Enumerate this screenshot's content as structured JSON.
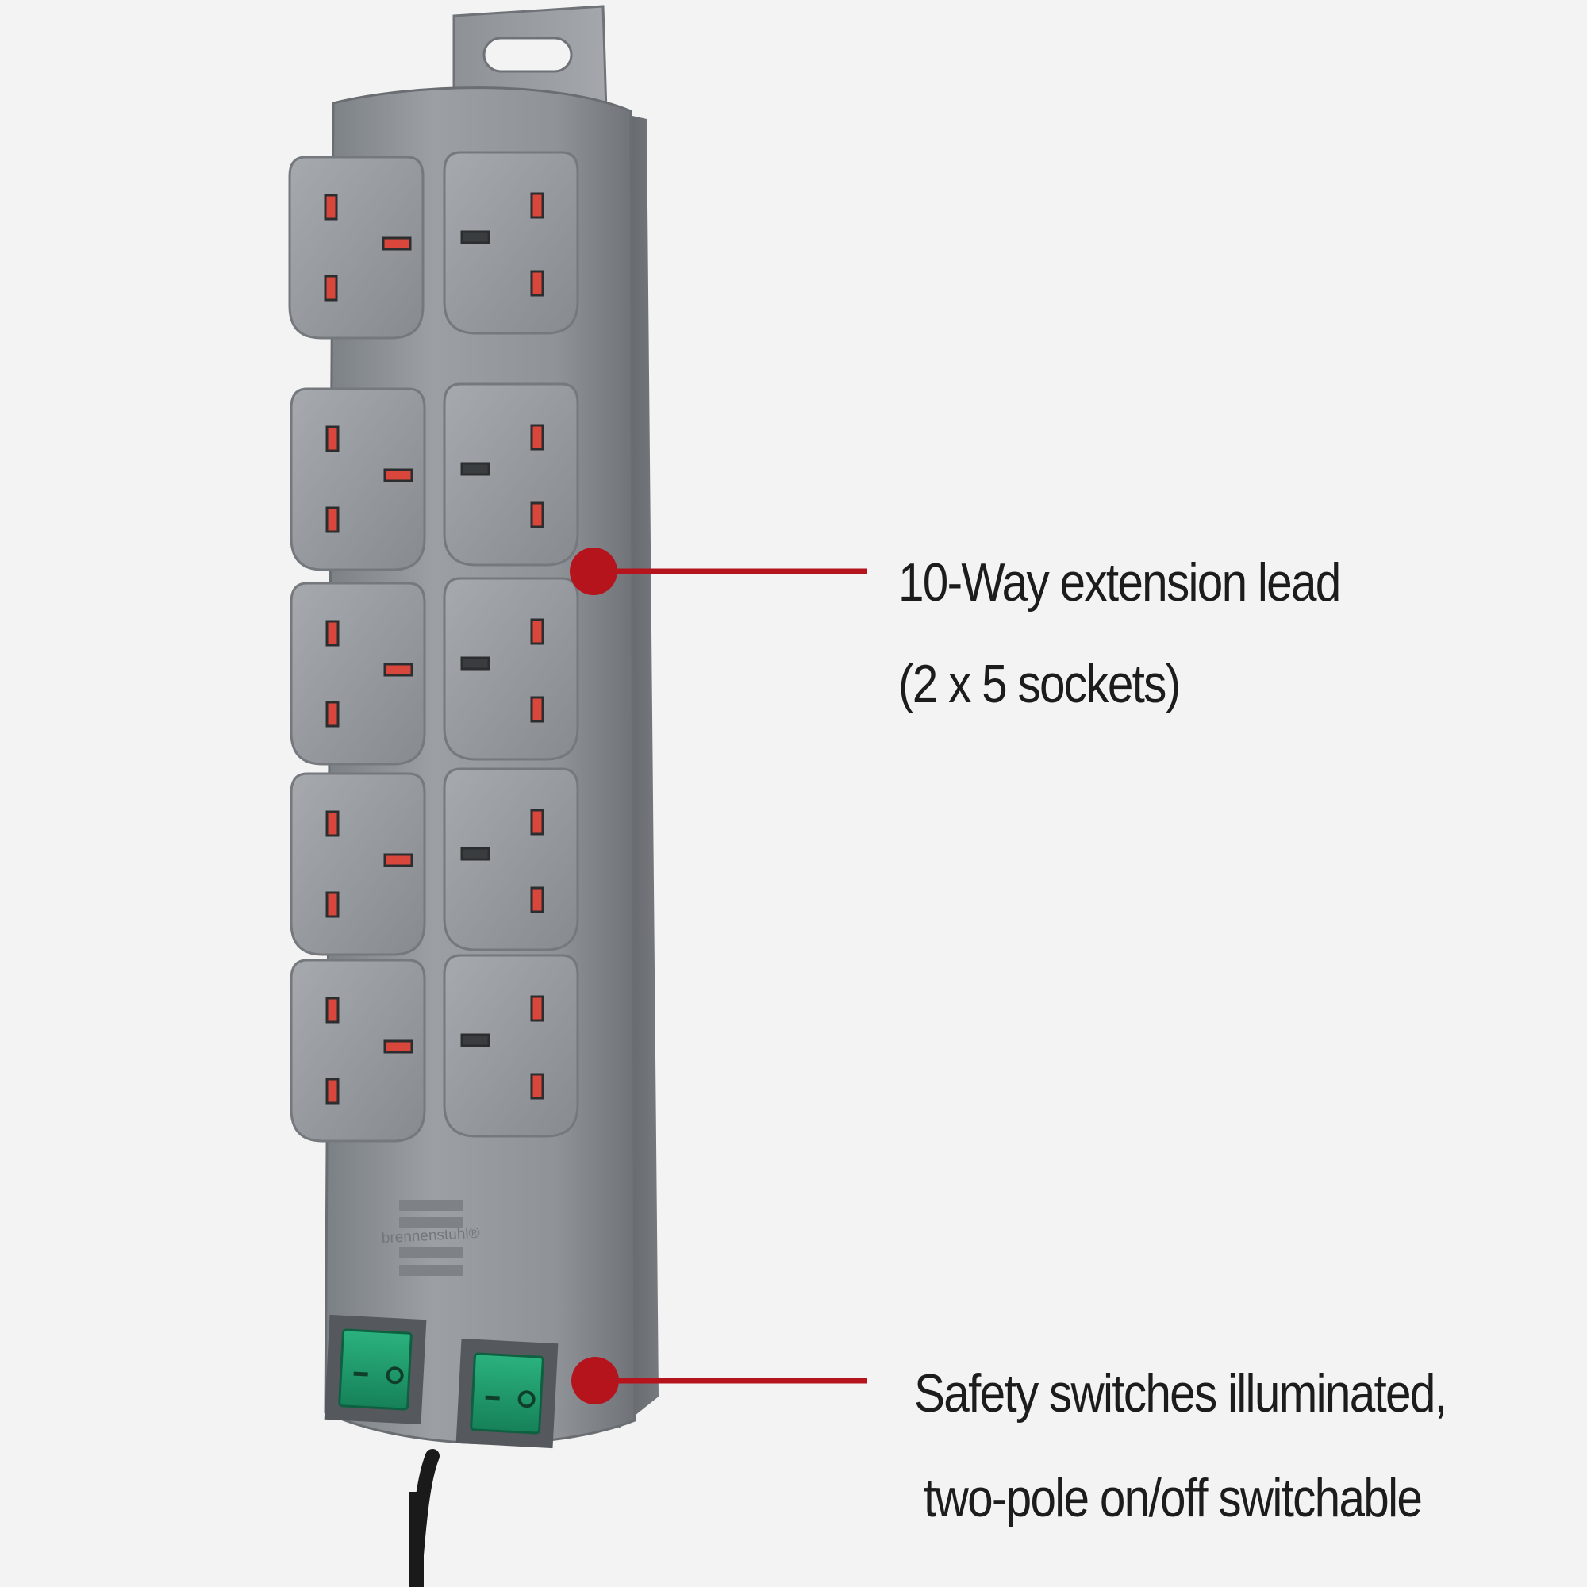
{
  "product": {
    "brand_text": "brennenstuhl®",
    "socket_count": 10,
    "switch_count": 2
  },
  "callouts": [
    {
      "lines": [
        "10-Way extension lead",
        "(2 x 5 sockets)"
      ]
    },
    {
      "lines": [
        "Safety switches illuminated,",
        "two-pole on/off switchable"
      ]
    }
  ],
  "colors": {
    "background": "#f3f3f3",
    "housing": "#8e9397",
    "socket_face": "#9a9ea2",
    "pin_red": "#d9463b",
    "switch_green": "#1e9a6c",
    "callout_red": "#b5141c",
    "cable": "#1a1a1a",
    "text": "#1c1c1c"
  }
}
